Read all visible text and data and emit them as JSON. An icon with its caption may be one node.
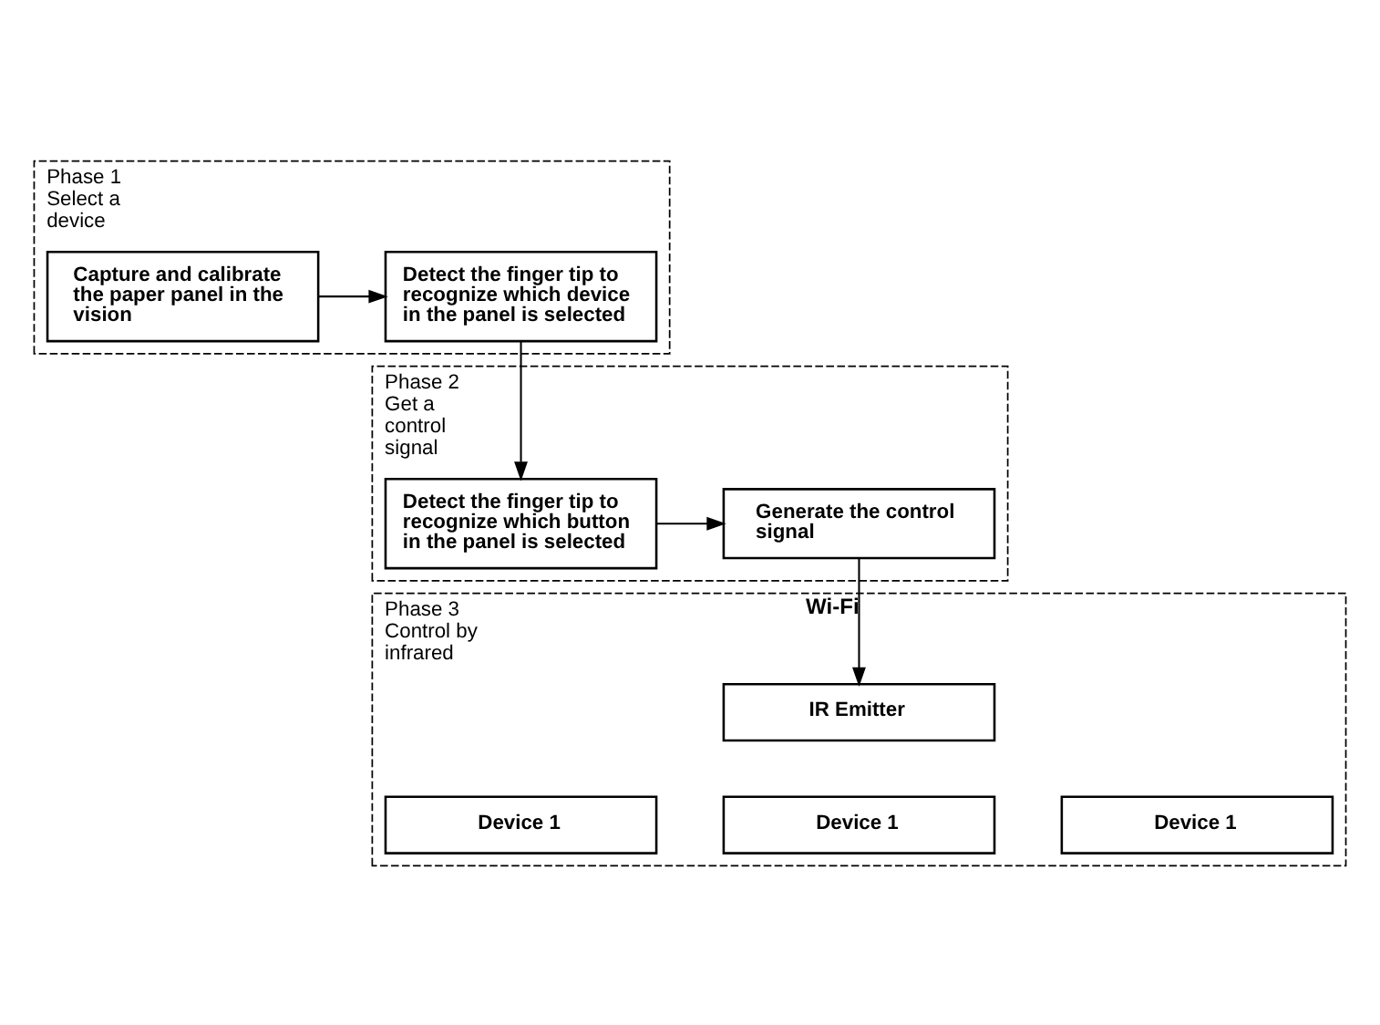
{
  "diagram": {
    "nodes": [
      {
        "text": [
          "Phase 1",
          "Select a device"
        ]
      },
      {
        "text": [
          "Capture and calibrate the paper panel in the vision"
        ],
        "in": 0
      },
      {
        "text": [
          "Detect the finger tip to recognize which device in the panel is selected"
        ],
        "in": 0
      },
      {
        "text": [
          "Phase 2",
          "Get a control signal"
        ]
      },
      {
        "text": [
          "Detect the finger tip to recognize which button in the panel is selected"
        ],
        "in": 3
      },
      {
        "text": [
          "Generate the control signal"
        ],
        "in": 3
      },
      {
        "text": [
          "Phase 3",
          "Control by infrared"
        ]
      },
      {
        "text": [
          "IR Emitter"
        ],
        "in": 6
      },
      {
        "text": [
          "Device 1"
        ],
        "in": 6
      },
      {
        "text": [
          "Device 1"
        ],
        "in": 6
      },
      {
        "text": [
          "Device 1"
        ],
        "in": 6
      }
    ],
    "edges": [
      {
        "from": 1,
        "to": 2,
        "arrow": "to"
      },
      {
        "from": 2,
        "to": 4,
        "arrow": "to"
      },
      {
        "from": 4,
        "to": 5,
        "arrow": "to"
      },
      {
        "from": 5,
        "to": 7,
        "arrow": "to",
        "label": "Wi-Fi"
      }
    ]
  }
}
